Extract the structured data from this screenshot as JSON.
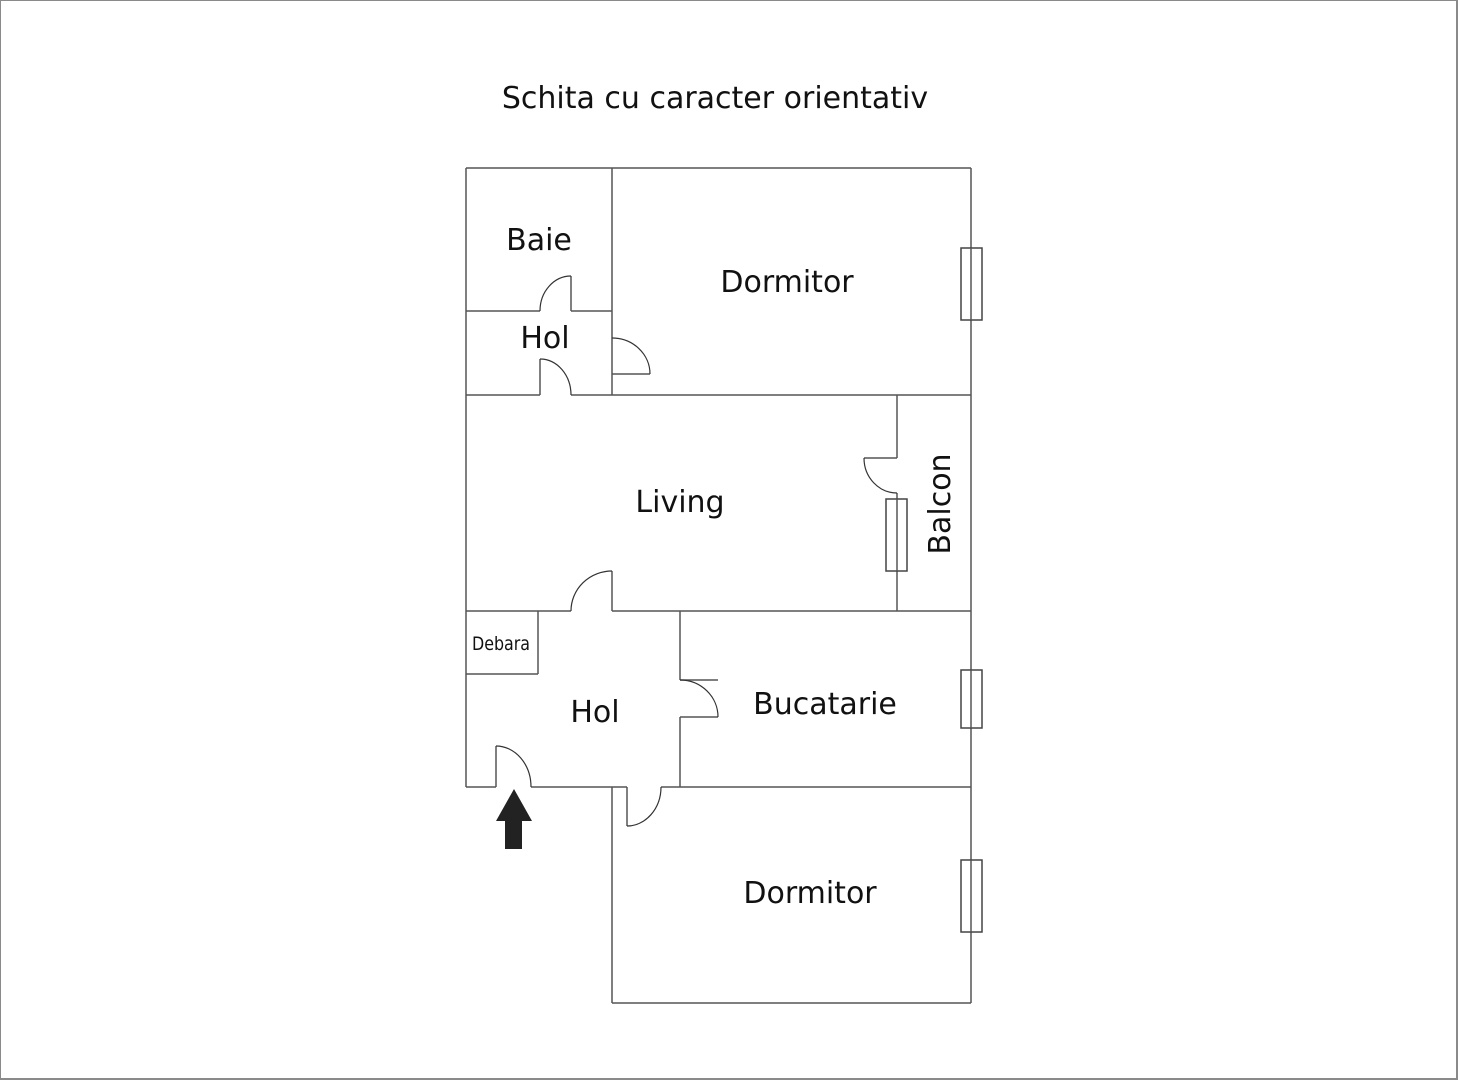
{
  "title": "Schita cu caracter orientativ",
  "rooms": {
    "baie": "Baie",
    "dormitor_top": "Dormitor",
    "hol_top": "Hol",
    "living": "Living",
    "balcon": "Balcon",
    "debara": "Debara",
    "hol_bottom": "Hol",
    "bucatarie": "Bucatarie",
    "dormitor_bottom": "Dormitor"
  },
  "entrance": "entrance-arrow-icon",
  "colors": {
    "wall": "#555555",
    "text": "#111111",
    "arrow": "#222222"
  }
}
